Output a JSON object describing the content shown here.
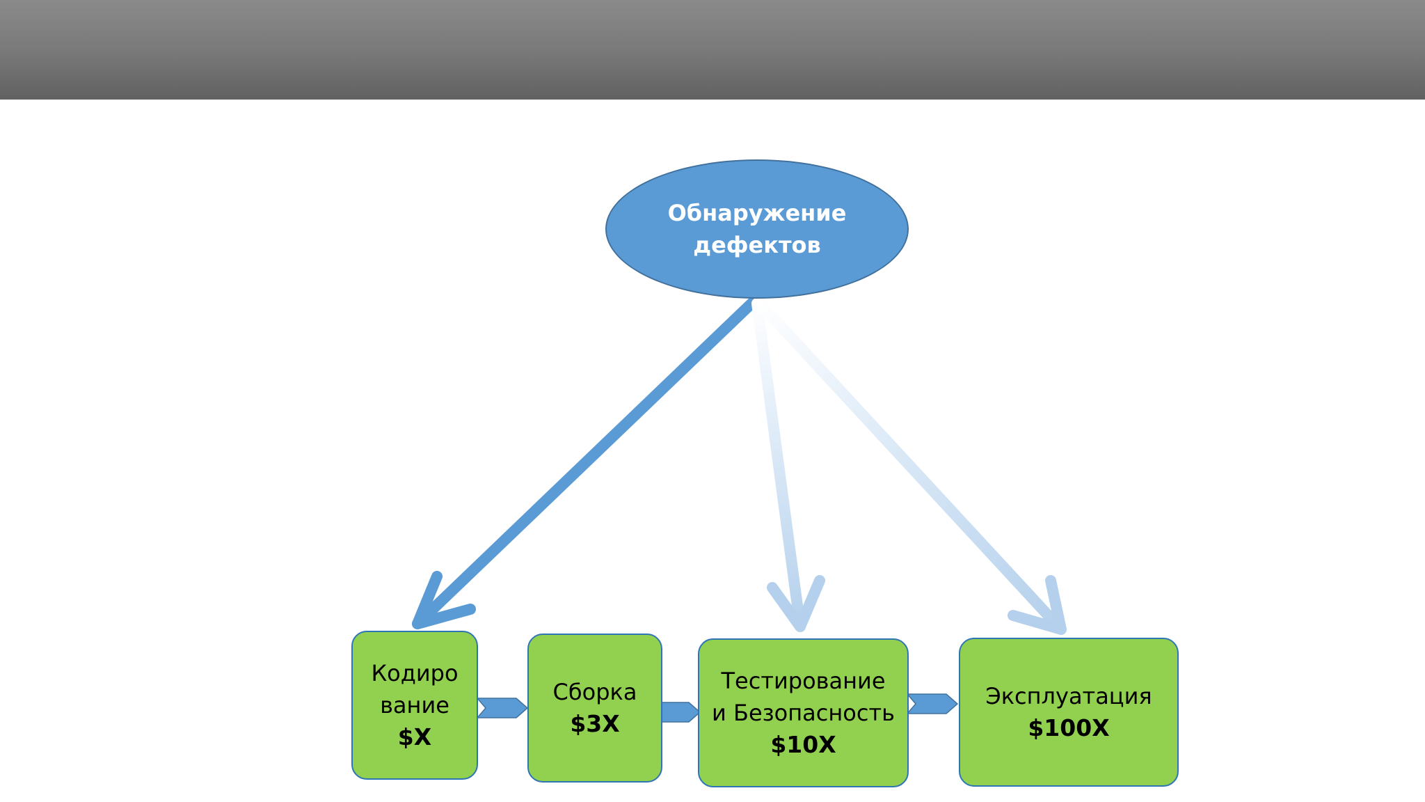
{
  "diagram": {
    "center": {
      "line1": "Обнаружение",
      "line2": "дефектов"
    },
    "stages": [
      {
        "label_line1": "Кодиро",
        "label_line2": "вание",
        "cost": "$X"
      },
      {
        "label_line1": "Сборка",
        "label_line2": "",
        "cost": "$3X"
      },
      {
        "label_line1": "Тестирование",
        "label_line2": "и Безопасность",
        "cost": "$10X"
      },
      {
        "label_line1": "Эксплуатация",
        "label_line2": "",
        "cost": "$100X"
      }
    ],
    "colors": {
      "ellipse_fill": "#5b9bd5",
      "box_fill": "#92d050",
      "box_border": "#2e75b6",
      "arrow_strong": "#5b9bd5",
      "arrow_light": "#bdd7ee",
      "header": "#7a7a7a"
    }
  }
}
